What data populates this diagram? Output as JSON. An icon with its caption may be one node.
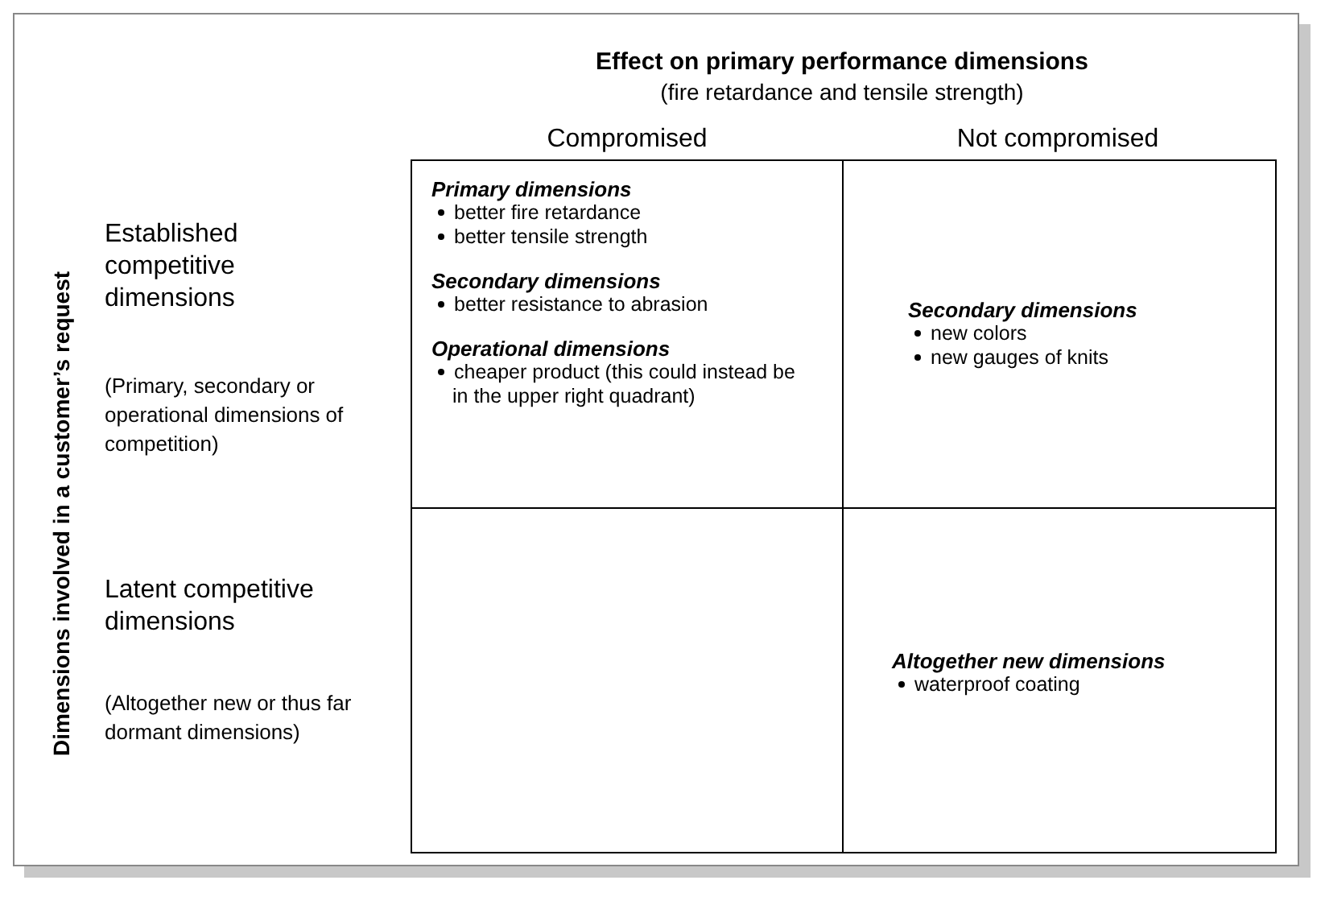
{
  "diagram": {
    "nodes": [
      {
        "text": [
          "Primary dimensions",
          "better fire retardance",
          "better tensile strength",
          "Secondary dimensions",
          "better resistance to abrasion",
          "Operational dimensions",
          "cheaper product (this could instead be in the upper right quadrant)"
        ]
      },
      {
        "text": [
          "Secondary dimensions",
          "new colors",
          "new gauges of knits"
        ]
      },
      {
        "text": [],
        "shape": "box"
      },
      {
        "text": [
          "Altogether new dimensions",
          "waterproof coating"
        ]
      }
    ],
    "edges": [],
    "labels": [
      "Effect on primary performance dimensions",
      "(fire retardance and tensile strength)",
      "Compromised",
      "Not compromised",
      "Dimensions involved in a customer’s request",
      "Established competitive dimensions",
      "(Primary, secondary or operational dimensions of competition)",
      "Latent competitive dimensions",
      "(Altogether new or thus far dormant dimensions)"
    ]
  }
}
